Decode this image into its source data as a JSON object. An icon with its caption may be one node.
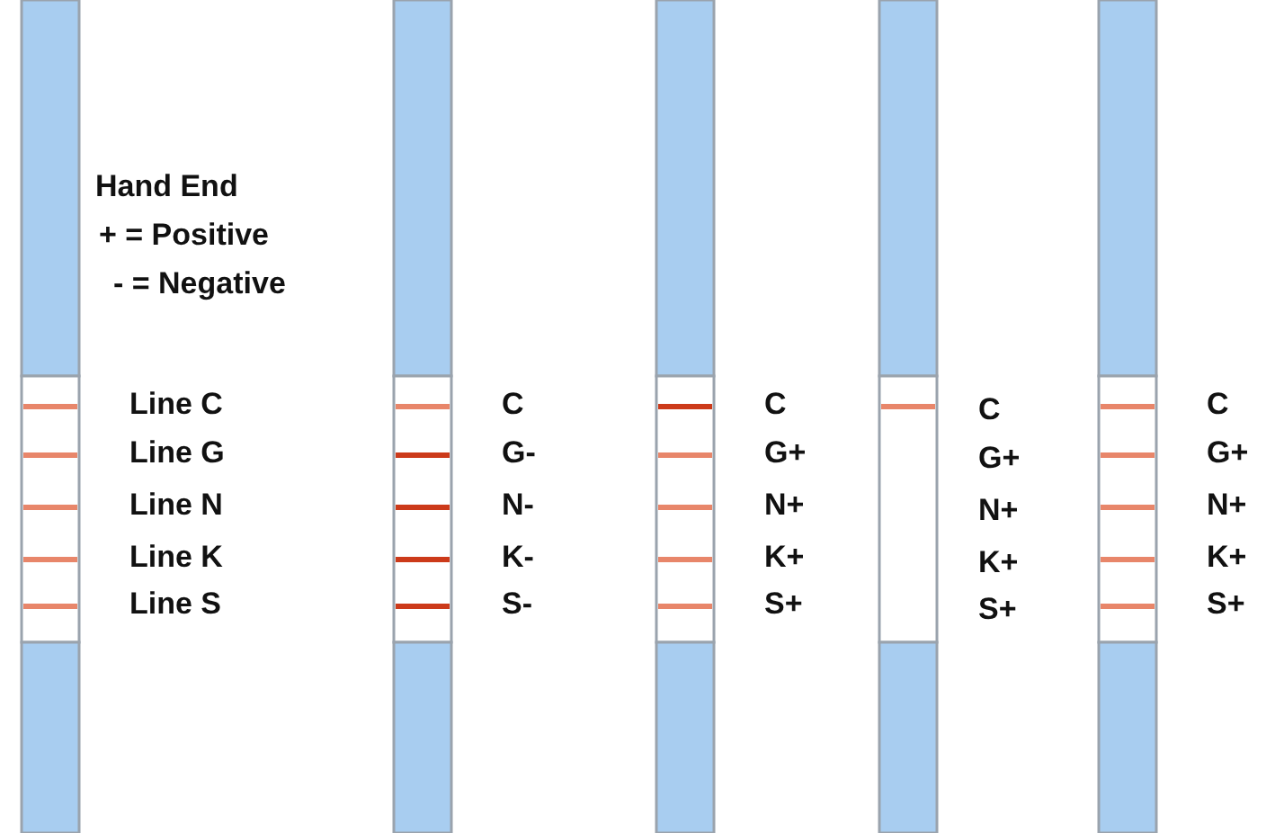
{
  "diagram": {
    "labels": [
      "Hand End",
      "+ = Positive",
      "- = Negative",
      "Line C",
      "Line G",
      "Line N",
      "Line K",
      "Line S",
      "C",
      "G-",
      "N-",
      "K-",
      "S-",
      "C",
      "G+",
      "N+",
      "K+",
      "S+",
      "C",
      "G+",
      "N+",
      "K+",
      "S+",
      "C",
      "G+",
      "N+",
      "K+",
      "S+"
    ]
  }
}
